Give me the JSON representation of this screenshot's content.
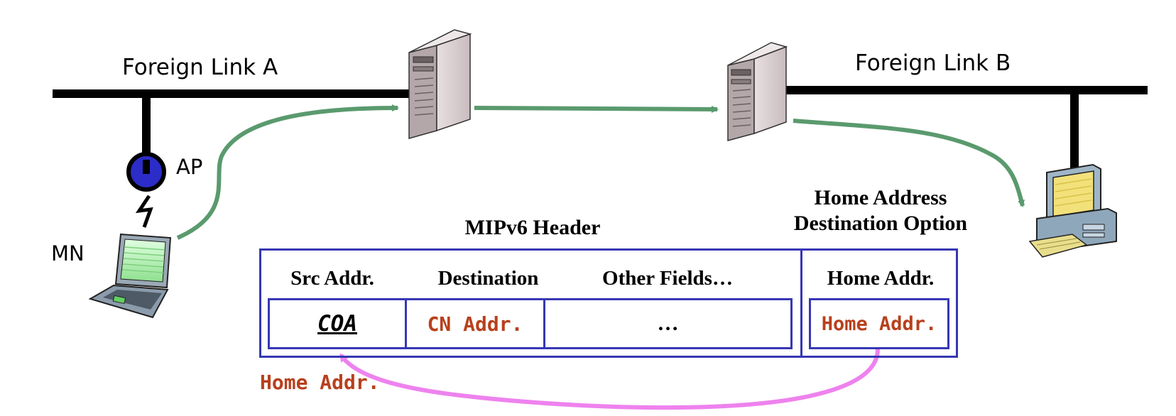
{
  "labels": {
    "foreign_link_a": "Foreign Link A",
    "foreign_link_b": "Foreign Link B",
    "ap": "AP",
    "mn": "MN",
    "mipv6_header": "MIPv6 Header",
    "home_address_option_line1": "Home Address",
    "home_address_option_line2": "Destination Option"
  },
  "header_fields": {
    "col1": "Src Addr.",
    "col2": "Destination",
    "col3": "Other Fields…",
    "col4": "Home Addr."
  },
  "header_values": {
    "col1": "COA",
    "col2": "CN Addr.",
    "col3": "…",
    "col4": "Home Addr."
  },
  "replacement_label": "Home Addr.",
  "icons": [
    "access-point-icon",
    "wireless-signal-icon",
    "laptop-icon",
    "router-icon",
    "desktop-computer-icon"
  ],
  "colors": {
    "link_line": "#000000",
    "packet_path": "#5a9a6e",
    "header_border": "#3737b4",
    "value_text": "#b8401c",
    "swap_arrow": "#ee82ee",
    "ap_fill": "#2c2cc8"
  }
}
